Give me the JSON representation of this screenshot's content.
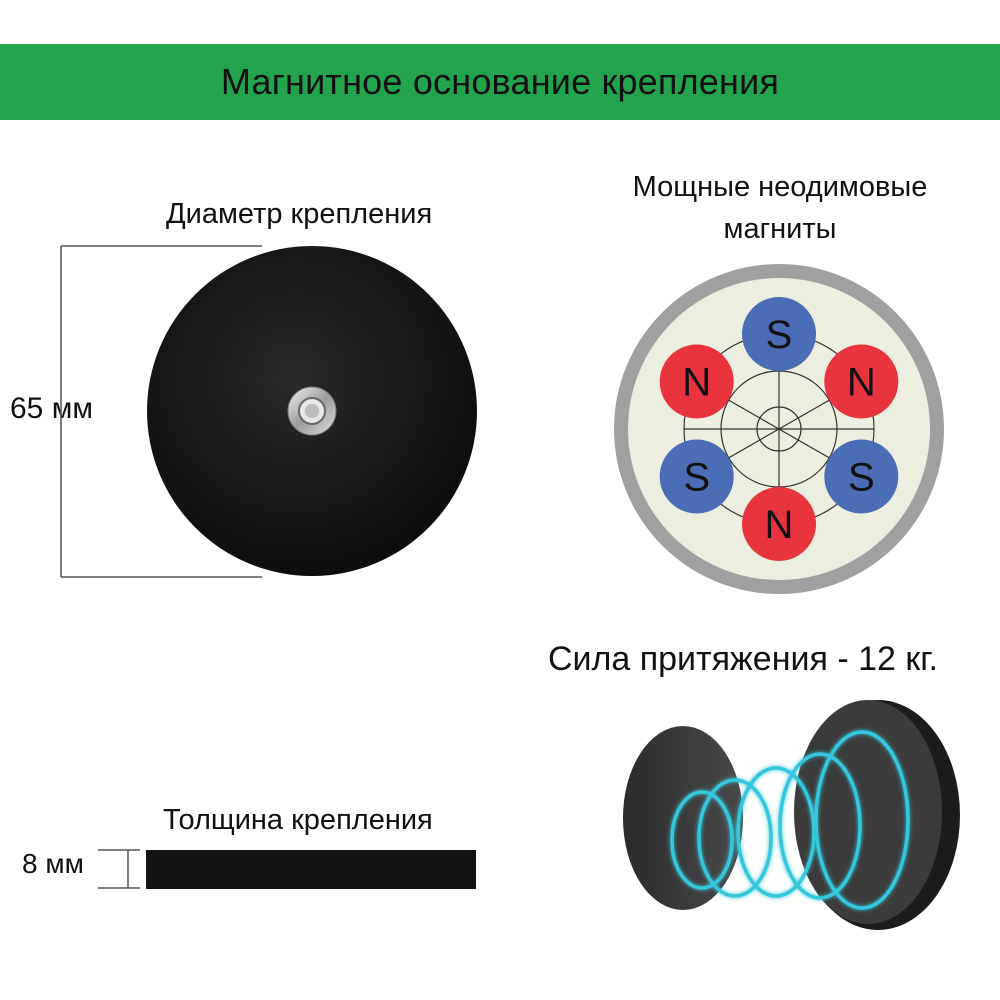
{
  "header": {
    "title": "Магнитное основание крепления"
  },
  "diameter": {
    "label": "Диаметр крепления",
    "value": "65 мм"
  },
  "magnets": {
    "label": "Мощные неодимовые магниты",
    "poles": [
      "S",
      "N",
      "N",
      "S",
      "S",
      "N"
    ],
    "colors": {
      "north": "#e8343f",
      "south": "#4a6db5",
      "face": "#ecefdf",
      "rim": "#9fa0a0"
    }
  },
  "force": {
    "label": "Сила притяжения - 12 кг."
  },
  "thickness": {
    "label": "Толщина крепления",
    "value": "8 мм"
  },
  "colors": {
    "banner": "#23a34b",
    "disc": "#121212",
    "field": "#35c7dc"
  }
}
